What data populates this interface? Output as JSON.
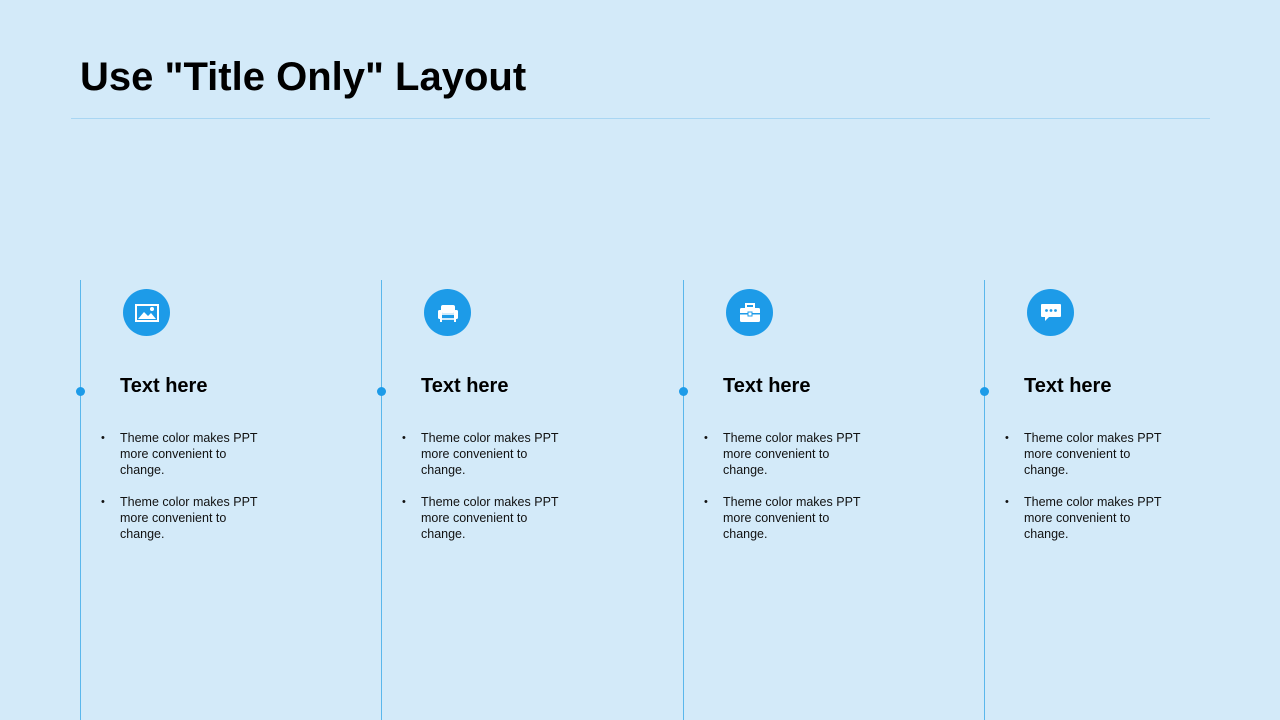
{
  "slide": {
    "title": "Use \"Title Only\" Layout"
  },
  "columns": [
    {
      "icon": "image-icon",
      "heading": "Text here",
      "bullets": [
        "Theme color makes PPT more convenient to change.",
        "Theme color makes PPT more convenient to change."
      ]
    },
    {
      "icon": "sofa-icon",
      "heading": "Text here",
      "bullets": [
        "Theme color makes PPT more convenient to change.",
        "Theme color makes PPT more convenient to change."
      ]
    },
    {
      "icon": "briefcase-icon",
      "heading": "Text here",
      "bullets": [
        "Theme color makes PPT more convenient to change.",
        "Theme color makes PPT more convenient to change."
      ]
    },
    {
      "icon": "chat-icon",
      "heading": "Text here",
      "bullets": [
        "Theme color makes PPT more convenient to change.",
        "Theme color makes PPT more convenient to change."
      ]
    }
  ],
  "colors": {
    "background": "#d3eaf9",
    "accent": "#1d9be8",
    "divider": "#5ab7ec"
  }
}
